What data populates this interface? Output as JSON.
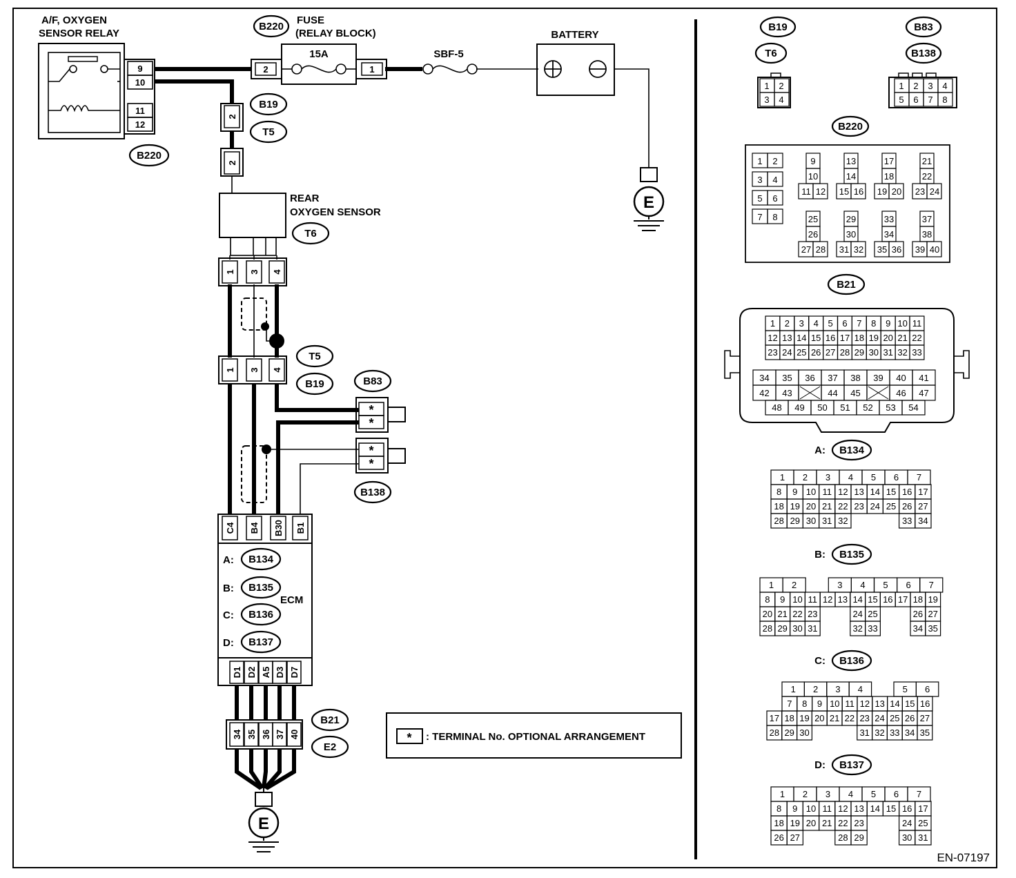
{
  "diagram_id": "EN-07197",
  "labels": {
    "relay_line1": "A/F, OXYGEN",
    "relay_line2": "SENSOR RELAY",
    "fuse_line1": "FUSE",
    "fuse_line2": "(RELAY BLOCK)",
    "fuse_rating": "15A",
    "sbf": "SBF-5",
    "battery": "BATTERY",
    "sensor_line1": "REAR",
    "sensor_line2": "OXYGEN SENSOR",
    "ecm": "ECM",
    "ground": "E",
    "legend_symbol": "*",
    "legend_text": ": TERMINAL No. OPTIONAL ARRANGEMENT"
  },
  "connector_ids": {
    "B220": "B220",
    "B19": "B19",
    "T5": "T5",
    "T6": "T6",
    "B83": "B83",
    "B138": "B138",
    "B21": "B21",
    "E2": "E2",
    "B134": "B134",
    "B135": "B135",
    "B136": "B136",
    "B137": "B137"
  },
  "ecm_connectors": [
    {
      "prefix": "A:",
      "id": "B134"
    },
    {
      "prefix": "B:",
      "id": "B135"
    },
    {
      "prefix": "C:",
      "id": "B136"
    },
    {
      "prefix": "D:",
      "id": "B137"
    }
  ],
  "pins": {
    "relay": [
      "9",
      "10",
      "11",
      "12"
    ],
    "fuse_in": "2",
    "fuse_out": "1",
    "b19_t5_top": "2",
    "b19_t5_bottom": "2",
    "t6": [
      "1",
      "3",
      "4"
    ],
    "t5_b19": [
      "1",
      "3",
      "4"
    ],
    "b83": [
      "*",
      "*"
    ],
    "b138": [
      "*",
      "*"
    ],
    "ecm_top": [
      "C4",
      "B4",
      "B30",
      "B1"
    ],
    "ecm_bottom": [
      "D1",
      "D2",
      "A5",
      "D3",
      "D7"
    ],
    "b21_e2": [
      "34",
      "35",
      "36",
      "37",
      "40"
    ]
  },
  "connector_faces": {
    "B19_T6": [
      [
        "1",
        "2"
      ],
      [
        "3",
        "4"
      ]
    ],
    "B83_B138": [
      [
        "1",
        "2",
        "3",
        "4"
      ],
      [
        "5",
        "6",
        "7",
        "8"
      ]
    ],
    "B220": [
      [
        "1",
        "2",
        "3",
        "4",
        "5",
        "6",
        "7",
        "8"
      ],
      [
        "9",
        "10",
        "11",
        "12"
      ],
      [
        "13",
        "14",
        "15",
        "16"
      ],
      [
        "17",
        "18",
        "19",
        "20"
      ],
      [
        "21",
        "22",
        "23",
        "24"
      ],
      [
        "25",
        "26",
        "27",
        "28"
      ],
      [
        "29",
        "30",
        "31",
        "32"
      ],
      [
        "33",
        "34",
        "35",
        "36"
      ],
      [
        "37",
        "38",
        "39",
        "40"
      ]
    ],
    "B21": [
      [
        "1",
        "2",
        "3",
        "4",
        "5",
        "6",
        "7",
        "8",
        "9",
        "10",
        "11"
      ],
      [
        "12",
        "13",
        "14",
        "15",
        "16",
        "17",
        "18",
        "19",
        "20",
        "21",
        "22"
      ],
      [
        "23",
        "24",
        "25",
        "26",
        "27",
        "28",
        "29",
        "30",
        "31",
        "32",
        "33"
      ],
      [
        "34",
        "35",
        "36",
        "37",
        "38",
        "39",
        "40",
        "41"
      ],
      [
        "42",
        "43",
        "",
        "44",
        "45",
        "",
        "46",
        "47"
      ],
      [
        "48",
        "49",
        "50",
        "51",
        "52",
        "53",
        "54"
      ]
    ],
    "B134": [
      [
        "1",
        "2",
        "3",
        "4",
        "5",
        "6",
        "7"
      ],
      [
        "8",
        "9",
        "10",
        "11",
        "12",
        "13",
        "14",
        "15",
        "16",
        "17"
      ],
      [
        "18",
        "19",
        "20",
        "21",
        "22",
        "23",
        "24",
        "25",
        "26",
        "27"
      ],
      [
        "28",
        "29",
        "30",
        "31",
        "32",
        "",
        "",
        "",
        "33",
        "34"
      ]
    ],
    "B135": [
      [
        "1",
        "2",
        "",
        "3",
        "4",
        "5",
        "6",
        "7"
      ],
      [
        "8",
        "9",
        "10",
        "11",
        "12",
        "13",
        "14",
        "15",
        "16",
        "17",
        "18",
        "19"
      ],
      [
        "20",
        "21",
        "22",
        "23",
        "",
        "",
        "24",
        "25",
        "",
        "",
        "26",
        "27"
      ],
      [
        "28",
        "29",
        "30",
        "31",
        "",
        "",
        "32",
        "33",
        "",
        "",
        "34",
        "35"
      ]
    ],
    "B136": [
      [
        "1",
        "2",
        "3",
        "4",
        "",
        "5",
        "6"
      ],
      [
        "7",
        "8",
        "9",
        "10",
        "11",
        "12",
        "13",
        "14",
        "15",
        "16"
      ],
      [
        "17",
        "18",
        "19",
        "20",
        "21",
        "22",
        "23",
        "24",
        "25",
        "26",
        "27"
      ],
      [
        "28",
        "29",
        "30",
        "",
        "",
        "",
        "31",
        "32",
        "33",
        "34",
        "35"
      ]
    ],
    "B137": [
      [
        "1",
        "2",
        "3",
        "4",
        "5",
        "6",
        "7"
      ],
      [
        "8",
        "9",
        "10",
        "11",
        "12",
        "13",
        "14",
        "15",
        "16",
        "17"
      ],
      [
        "18",
        "19",
        "20",
        "21",
        "22",
        "23",
        "",
        "",
        "24",
        "25"
      ],
      [
        "26",
        "27",
        "",
        "",
        "28",
        "29",
        "",
        "",
        "30",
        "31"
      ]
    ]
  }
}
